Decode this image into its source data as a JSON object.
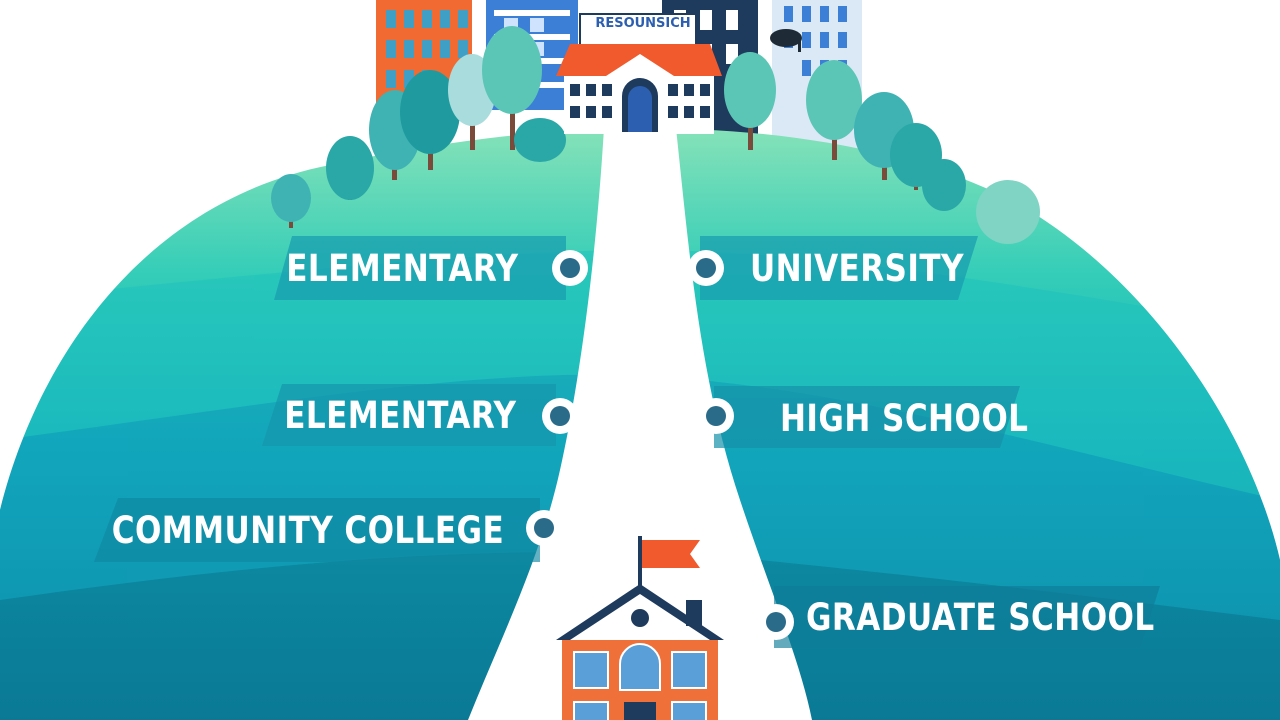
{
  "campus_sign": "RESOUNSICH",
  "stages": [
    {
      "id": "elementary-left-top",
      "label": "ELEMENTARY",
      "side": "left"
    },
    {
      "id": "university",
      "label": "UNIVERSITY",
      "side": "right"
    },
    {
      "id": "elementary-left-mid",
      "label": "ELEMENTARY",
      "side": "left"
    },
    {
      "id": "high-school",
      "label": "HIGH SCHOOL",
      "side": "right"
    },
    {
      "id": "community-college",
      "label": "COMMUNITY COLLEGE",
      "side": "left"
    },
    {
      "id": "graduate-school",
      "label": "GRADUATE SCHOOL",
      "side": "right"
    }
  ],
  "colors": {
    "hill_top": "#7fdcb4",
    "hill_mid": "#16c0c0",
    "hill_bottom": "#0b7e98",
    "path": "#ffffff",
    "node": "#2a6b8a",
    "schoolhouse": "#f0703a",
    "flag": "#f05a2c",
    "trees": "#3fb3b3",
    "buildings": "#1e3a5c"
  },
  "icons": [
    "school-building-icon",
    "schoolhouse-icon",
    "flag-icon",
    "tree-icon",
    "city-building-icon",
    "graduation-cap-icon"
  ]
}
